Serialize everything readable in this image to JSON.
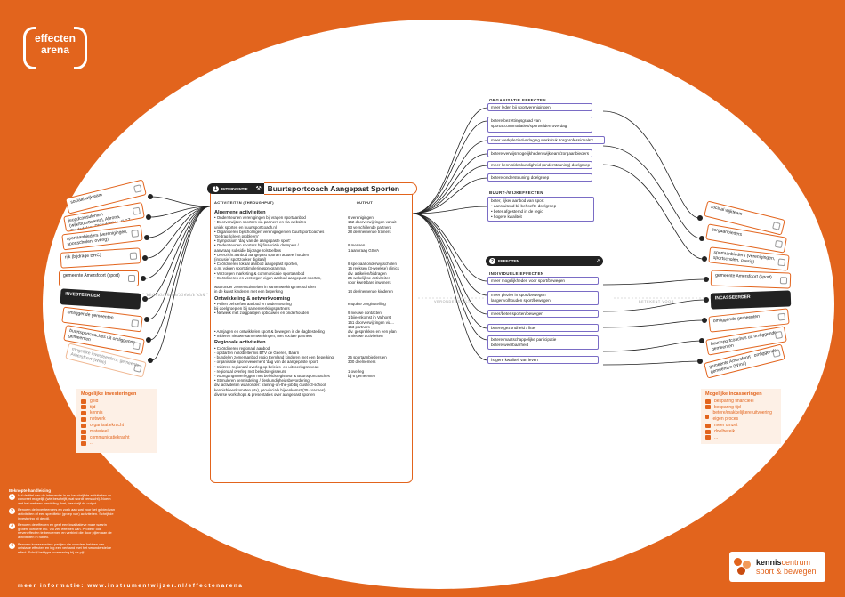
{
  "logo": {
    "line1": "effecten",
    "line2": "arena"
  },
  "left_fan": {
    "items": [
      {
        "label": "sociaal wijkteam",
        "style": "normal"
      },
      {
        "label": "jeugdconsulenten (wijk/buurtteams), Abrona, Stadsdelen, Philadelphia, GGZ Centraal",
        "style": "normal"
      },
      {
        "label": "sportaanbieders (verenigingen, sportscholen, overig)",
        "style": "normal"
      },
      {
        "label": "rijk (bijdrage BRC)",
        "style": "normal"
      },
      {
        "label": "gemeente Amersfoort (sport)",
        "style": "normal"
      },
      {
        "label": "INVESTEERDER",
        "style": "dark"
      },
      {
        "label": "omliggende gemeenten",
        "style": "normal"
      },
      {
        "label": "buurtsportcoaches uit omliggende gemeenten",
        "style": "normal"
      },
      {
        "label": "mogelijke investeerders: gemeente Amersfoort (Wmo)",
        "style": "faded"
      }
    ],
    "axis_label": "BEDRAGEN / BIJDRAGE AAN"
  },
  "right_fan": {
    "items": [
      {
        "label": "sociaal wijkteam",
        "style": "normal"
      },
      {
        "label": "zorgaanbieders",
        "style": "normal"
      },
      {
        "label": "sportaanbieders (verenigingen, sportscholen, overig)",
        "style": "normal"
      },
      {
        "label": "gemeente Amersfoort (sport)",
        "style": "normal"
      },
      {
        "label": "INCASSEERDER",
        "style": "dark"
      },
      {
        "label": "omliggende gemeenten",
        "style": "normal"
      },
      {
        "label": "buurtsportcoaches uit omliggende gemeenten",
        "style": "normal"
      },
      {
        "label": "gemeente Amersfoort / omliggende gemeenten (Wmo)",
        "style": "normal"
      }
    ],
    "axis_label": "BETEKENT VOOR"
  },
  "intervention": {
    "tag": "INTERVENTIE",
    "num": "1",
    "title": "Buurtsportcoach Aangepast Sporten",
    "col_left": "ACTIVITEITEN (THROUGHPUT)",
    "col_right": "OUTPUT",
    "sections": [
      {
        "heading": "Algemene activiteiten",
        "rows": [
          {
            "a": "• Ondersteunen verenigingen bij vragen sportaanbod",
            "o": "6 verenigingen"
          },
          {
            "a": "• Doorverwijzen sporters via partners en via websites\n  uniek sporten en buurtsportcoach.nl",
            "o": "162 doorverwijzingen vanuit\n53 verschillende partners"
          },
          {
            "a": "• Organiseren bijscholingen verenigingen en buurtsportcoaches\n  'Gedrag (g)een probleem'",
            "o": "28 deelnemende trainers"
          },
          {
            "a": "• Symposium 'dag van de aangepaste sport'",
            "o": ""
          },
          {
            "a": "• Ondersteunen sporters bij financiële drempels /\n  aanvraag subsidie bijdrage rolstoelbus",
            "o": "8 mensen\n1 aanvraag GSVA"
          },
          {
            "a": "• Overzicht aanbod aangepast sporten actueel houden\n  (inclusief sportzoeker digitaal)",
            "o": ""
          },
          {
            "a": "• Coördineren lokaal aanbod aangepast sporten,\n  o.m. volgen sportstimuleringsprogramma",
            "o": "8 speciaal-onderwijsscholen\n16 reeksen (3-weekse) clinics"
          },
          {
            "a": "• Verzorgen marketing & communicatie sportaanbod",
            "o": "div. artikelen/bijdragen"
          },
          {
            "a": "• Coördineren en verzorgen eigen aanbod aangepast sporten,\n\n  waaronder zomeractiviteiten in samenwerking met scholen\n  in de kunst kinderen met een beperking",
            "o": "26 wekelijkse activiteiten\nvoor kwetsbare inwoners\n\n14 deelnemende kinderen"
          }
        ]
      },
      {
        "heading": "Ontwikkeling & netwerkvorming",
        "rows": [
          {
            "a": "• Peilen behoeften aanbod en ondersteuning\n  bij doelgroep en bij samenwerkingspartners",
            "o": "enquête zorginstelling"
          },
          {
            "a": "• Netwerk met zorgpartijen opbouwen en onderhouden",
            "o": "9 nieuwe contacten\n1 bijeenkomst in Vathorst\n161 doorverwijzingen via...\n153 partners"
          },
          {
            "a": "• Aanjagen en ontwikkelen sport & bewegen in de dagbesteding\n• Initiëren nieuwe samenwerkingen, met sociale partners",
            "o": "div. gesprekken en een plan\n5 nieuwe activiteiten"
          }
        ]
      },
      {
        "heading": "Regionale activiteiten",
        "rows": [
          {
            "a": "• Coördineren regionaal aanbod:\n  - opstarten nolotbeltennis BTV de Geeren, Baarn\n  - bundelen zomeraanbod regio Eemland kinderen met een beperking\n  - organisatie sportevenement 'dag van de aangepaste sport'",
            "o": "\n\n25 sportaanbieders en\n300 deelnemers"
          },
          {
            "a": "• Initiëren regionaal overleg op beleids- en uitvoeringsniveau\n  - regionaal overleg met beleidsregisseurs\n  - voortgangsoverleggen met beleidsregisseur & Buurtsportcoaches\n• Stimuleren kennisdeling / deskundigheidsbevordering,\n  div. activiteiten waaronder: training-on-the-job bij cluster3-school,\n  kennisbijeenkomsten (4x), provinciale bijeenkomst (35 coaches),\n  diverse workshops & presentaties over aangepast sporten",
            "o": "\n1 overleg\nbij 6 gemeenten"
          }
        ]
      }
    ]
  },
  "org_effects": {
    "title": "ORGANISATIE EFFECTEN",
    "items": [
      "meer leden bij sportverenigingen",
      "betere bezettingsgraad van sportaccommodaties/sportvelden overdag",
      "meer werkplezier/verlaging werkdruk zorgprofessionals?",
      "betere verwijsmogelijkheden wijkteam/zorgaanbieders",
      "meer kennis/deskundigheid (ondersteuning) doelgroep",
      "betere ondersteuning doelgroep"
    ]
  },
  "neighbourhood_effects": {
    "title": "BUURT-/WIJKEFFECTEN",
    "lines": [
      "beter, rijker aanbod van sport",
      "• aansluitend bij behoefte doelgroep",
      "• beter afgestemd in de regio",
      "• hogere kwaliteit"
    ]
  },
  "effects_band": {
    "num": "2",
    "label": "EFFECTEN",
    "icon": "chart-icon"
  },
  "individual_effects": {
    "title": "INDIVIDUELE EFFECTEN",
    "items": [
      "meer mogelijkheden voor sport/bewegen",
      "meer plezier in sport/bewegen\nlanger volhouden sport/bewegen",
      "meer/beter sporten/bewegen",
      "betere gezondheid / fitter",
      "betere maatschappelijke participatie\nbetere weerbaarheid",
      "hogere kwaliteit van leven"
    ]
  },
  "middle_axis_label": "VERONDERSTELT",
  "left_legend": {
    "title": "Mogelijke investeringen",
    "items": [
      "geld",
      "tijd",
      "kennis",
      "netwerk",
      "organisatiekracht",
      "materieel",
      "communicatiekracht",
      "..."
    ]
  },
  "right_legend": {
    "title": "Mogelijke incasseringen",
    "items": [
      "besparing financieel",
      "besparing tijd",
      "betere/makkelijkere uitvoering eigen proces",
      "meer omzet",
      "doelbereik",
      "..."
    ]
  },
  "manual": {
    "title": "Beknopte handleiding",
    "steps": [
      "Vul de titel van de interventie in en beschrijf de activiteiten zo concreet mogelijk (wie beschrijft, wat wordt verwacht). Noem wat het met een handeling doet, beschrijf de output.",
      "Benoem de investeerders en zoek aan wat voor het gebied van activiteiten of een specifieke (groep van) activiteiten. Schrijf de investering bij de pijl.",
      "Benoem de effecten en geef een kwalitatieve mate waarin grotere kleinere etc. Vul zelf effecten aan. Probeer ook neveneffecten te benoemen en verbind die door pijlen aan de activiteiten in rubiek.",
      "Benoem incasseerders partijen die voordeel hebben van ontstane effecten en leg een verband met het veronderstelde effect. Schrijf het type incassering bij de pijl."
    ]
  },
  "footer": {
    "url": "meer informatie: www.instrumentwijzer.nl/effectenarena"
  },
  "kc_logo": {
    "line1": "kennis",
    "line1b": "centrum",
    "line2": "sport & bewegen"
  },
  "colors": {
    "brand_orange": "#e2641d",
    "effect_purple": "#7a6cc5",
    "dark": "#222222"
  }
}
